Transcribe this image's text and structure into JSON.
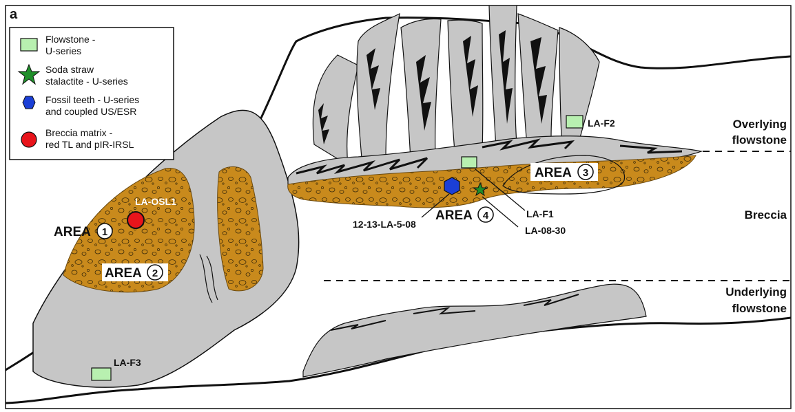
{
  "figure": {
    "panel_label": "a"
  },
  "legend": {
    "items": [
      {
        "lines": [
          "Flowstone -",
          "U-series"
        ],
        "symbol": "green-square",
        "color": "#b8f0b0"
      },
      {
        "lines": [
          "Soda straw",
          "stalactite - U-series"
        ],
        "symbol": "green-star",
        "color": "#1f8f2a"
      },
      {
        "lines": [
          "Fossil teeth - U-series",
          "and coupled US/ESR"
        ],
        "symbol": "blue-hexagon",
        "color": "#1b3fd6"
      },
      {
        "lines": [
          "Breccia matrix -",
          "red TL and pIR-IRSL"
        ],
        "symbol": "red-circle",
        "color": "#e8141b"
      }
    ]
  },
  "areas": {
    "area1": {
      "word": "AREA",
      "num": "1"
    },
    "area2": {
      "word": "AREA",
      "num": "2"
    },
    "area3": {
      "word": "AREA",
      "num": "3"
    },
    "area4": {
      "word": "AREA",
      "num": "4"
    }
  },
  "samples": {
    "la_osl1": "LA-OSL1",
    "la_f2": "LA-F2",
    "la_f3": "LA-F3",
    "la_f1": "LA-F1",
    "la_08_30": "LA-08-30",
    "tooth": "12-13-LA-5-08"
  },
  "layers": {
    "overlying": [
      "Overlying",
      "flowstone"
    ],
    "breccia": "Breccia",
    "underlying": [
      "Underlying",
      "flowstone"
    ]
  },
  "colors": {
    "rock_gray": "#c6c6c6",
    "breccia_fill": "#c98a1c",
    "outline": "#111111"
  }
}
